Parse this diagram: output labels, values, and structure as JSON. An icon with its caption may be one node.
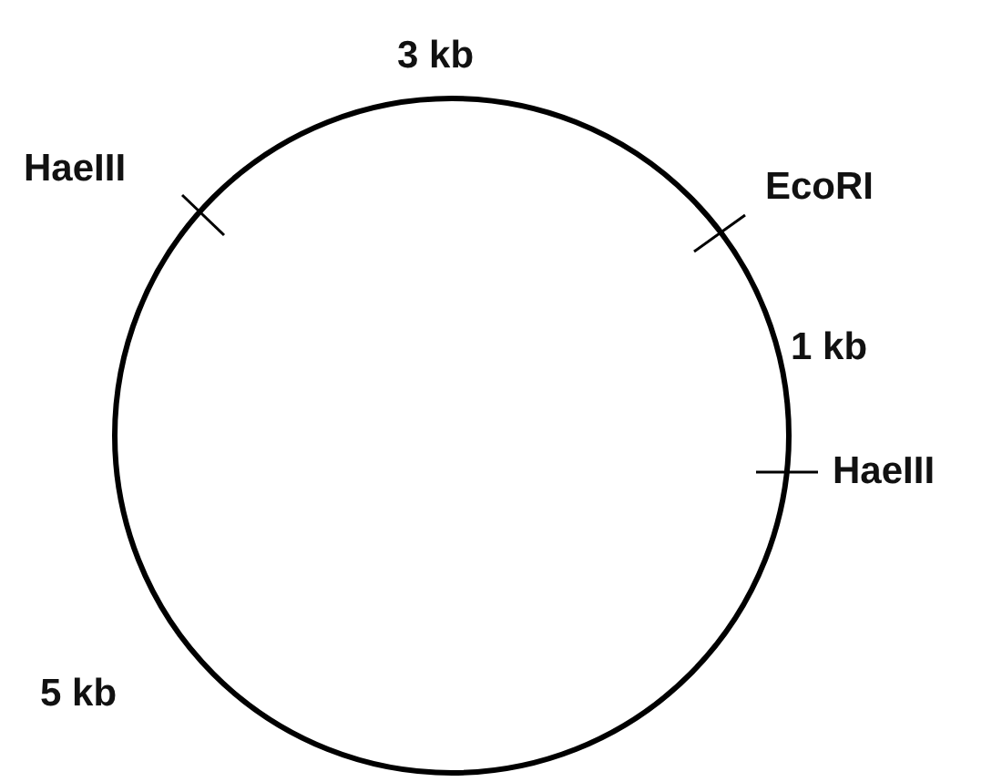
{
  "diagram": {
    "labels": [
      "3 kb",
      "HaeIII",
      "EcoRI",
      "1 kb",
      "HaeIII",
      "5 kb"
    ]
  }
}
